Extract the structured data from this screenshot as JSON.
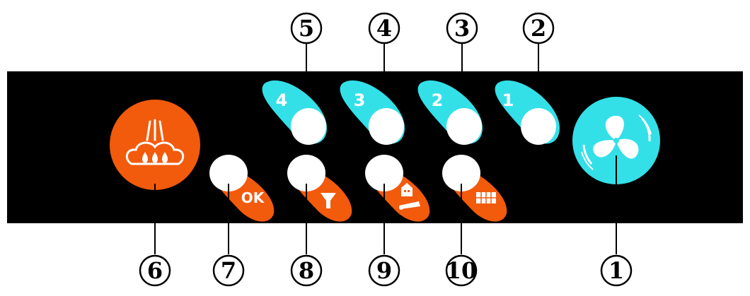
{
  "colors": {
    "panel": "#000000",
    "cyan": "#33e0e8",
    "orange": "#f25a0c",
    "button_white": "#ffffff",
    "line": "#000000"
  },
  "callouts": {
    "top": [
      "5",
      "4",
      "3",
      "2"
    ],
    "bottom": [
      "6",
      "7",
      "8",
      "9",
      "10",
      "1"
    ]
  },
  "fan_levels": [
    "4",
    "3",
    "2",
    "1"
  ],
  "buttons": {
    "steam_icon": "steam-drops-icon",
    "fan_icon": "fan-icon",
    "ok_label": "OK",
    "filter_icon": "filter-icon",
    "light_icon": "house-lamp-icon",
    "grid_icon": "grid-icon"
  }
}
